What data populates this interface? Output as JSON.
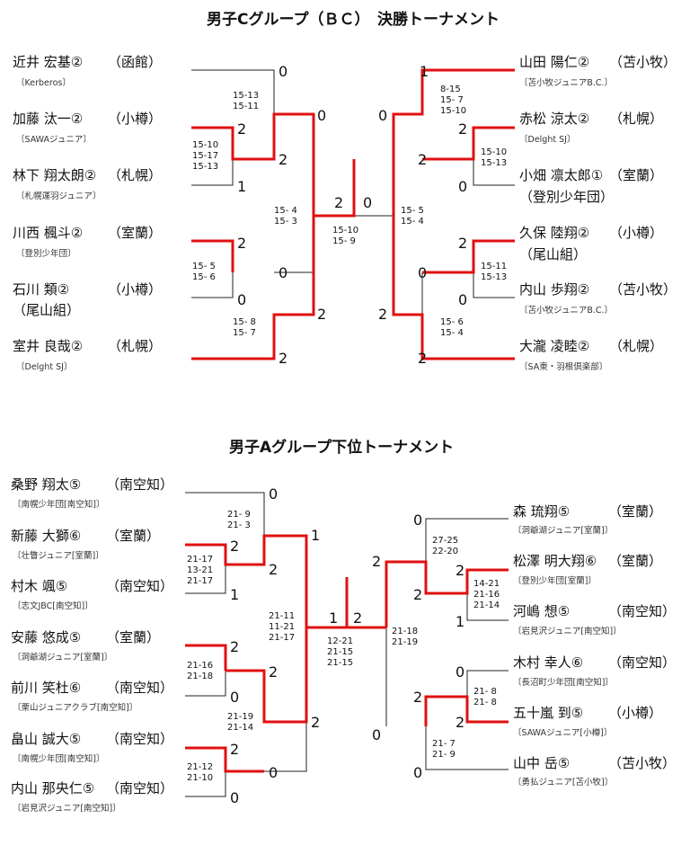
{
  "colors": {
    "win_line": "#e01010",
    "line": "#222222"
  },
  "titles": {
    "top": "男子Cグループ（ＢＣ）　決勝トーナメント",
    "bottom": "男子Aグループ下位トーナメント"
  },
  "top": {
    "players": [
      {
        "name": "近井 宏基②",
        "club": "（函館）",
        "team": "〔Kerberos〕"
      },
      {
        "name": "加藤 汰一②",
        "club": "（小樽）",
        "team": "〔SAWAジュニア〕"
      },
      {
        "name": "林下 翔太朗②",
        "club": "（札幌）",
        "team": "〔札幌運羽ジュニア〕"
      },
      {
        "name": "川西 楓斗②",
        "club": "（室蘭）",
        "team": "〔登別少年団〕"
      },
      {
        "name": "石川 類②",
        "club": "（小樽）",
        "team": "（尾山組）"
      },
      {
        "name": "室井 良哉②",
        "club": "（札幌）",
        "team": "〔Delght SJ〕"
      },
      {
        "name": "山田 陽仁②",
        "club": "（苫小牧）",
        "team": "〔苫小牧ジュニアB.C.〕"
      },
      {
        "name": "赤松 涼太②",
        "club": "（札幌）",
        "team": "〔Delght SJ〕"
      },
      {
        "name": "小畑 凛太郎①",
        "club": "（室蘭）",
        "team": "（登別少年団）"
      },
      {
        "name": "久保 陸翔②",
        "club": "（小樽）",
        "team": "（尾山組）"
      },
      {
        "name": "内山 歩翔②",
        "club": "（苫小牧）",
        "team": "〔苫小牧ジュニアB.C.〕"
      },
      {
        "name": "大瀧 凌睦②",
        "club": "（札幌）",
        "team": "〔SA東・羽根倶楽部〕"
      }
    ],
    "nums": [
      "0",
      "0",
      "2",
      "2",
      "1",
      "2",
      "0",
      "2",
      "1",
      "2",
      "0",
      "0",
      "2",
      "0",
      "2",
      "2",
      "2",
      "0",
      "0",
      "0",
      "2",
      "2",
      "0",
      "2"
    ],
    "scores": [
      "15-13\n15-11",
      "15-10\n15-17\n15-13",
      "15- 4\n15- 3",
      "15- 5\n15- 6",
      "15- 8\n15- 7",
      "15-10\n15- 9",
      "8-15\n15- 7\n15-10",
      "15-10\n15-13",
      "15- 5\n15- 4",
      "15-11\n15-13",
      "15- 6\n15- 4"
    ]
  },
  "bottom": {
    "players": [
      {
        "name": "桑野 翔太⑤",
        "club": "（南空知）",
        "team": "〔南幌少年団[南空知]〕"
      },
      {
        "name": "新藤 大獅⑥",
        "club": "（室蘭）",
        "team": "〔壮瞥ジュニア[室蘭]〕"
      },
      {
        "name": "村木 颯⑤",
        "club": "（南空知）",
        "team": "〔志文JBC[南空知]〕"
      },
      {
        "name": "安藤 悠成⑤",
        "club": "（室蘭）",
        "team": "〔洞爺湖ジュニア[室蘭]〕"
      },
      {
        "name": "前川 笑杜⑥",
        "club": "（南空知）",
        "team": "〔栗山ジュニアクラブ[南空知]〕"
      },
      {
        "name": "畠山 誠大⑤",
        "club": "（南空知）",
        "team": "〔南幌少年団[南空知]〕"
      },
      {
        "name": "内山 那央仁⑤",
        "club": "（南空知）",
        "team": "〔岩見沢ジュニア[南空知]〕"
      },
      {
        "name": "森 琉翔⑤",
        "club": "（室蘭）",
        "team": "〔洞爺湖ジュニア[室蘭]〕"
      },
      {
        "name": "松澤 明大翔⑥",
        "club": "（室蘭）",
        "team": "〔登別少年団[室蘭]〕"
      },
      {
        "name": "河嶋 想⑤",
        "club": "（南空知）",
        "team": "〔岩見沢ジュニア[南空知]〕"
      },
      {
        "name": "木村 幸人⑥",
        "club": "（南空知）",
        "team": "〔長沼町少年団[南空知]〕"
      },
      {
        "name": "五十嵐 到⑤",
        "club": "（小樽）",
        "team": "〔SAWAジュニア[小樽]〕"
      },
      {
        "name": "山中 岳⑤",
        "club": "（苫小牧）",
        "team": "〔勇払ジュニア[苫小牧]〕"
      }
    ],
    "nums": [
      "0",
      "1",
      "2",
      "2",
      "1",
      "2",
      "2",
      "0",
      "0",
      "2",
      "2",
      "0",
      "1",
      "1",
      "2",
      "0",
      "2",
      "2",
      "2",
      "1",
      "0",
      "2",
      "2",
      "0",
      "0"
    ],
    "scores": [
      "21- 9\n21- 3",
      "21-17\n13-21\n21-17",
      "21-11\n11-21\n21-17",
      "21-16\n21-18",
      "21-19\n21-14",
      "21-12\n21-10",
      "12-21\n21-15\n21-15",
      "27-25\n22-20",
      "14-21\n21-16\n21-14",
      "21-18\n21-19",
      "21- 8\n21- 8",
      "21- 7\n21- 9"
    ]
  }
}
